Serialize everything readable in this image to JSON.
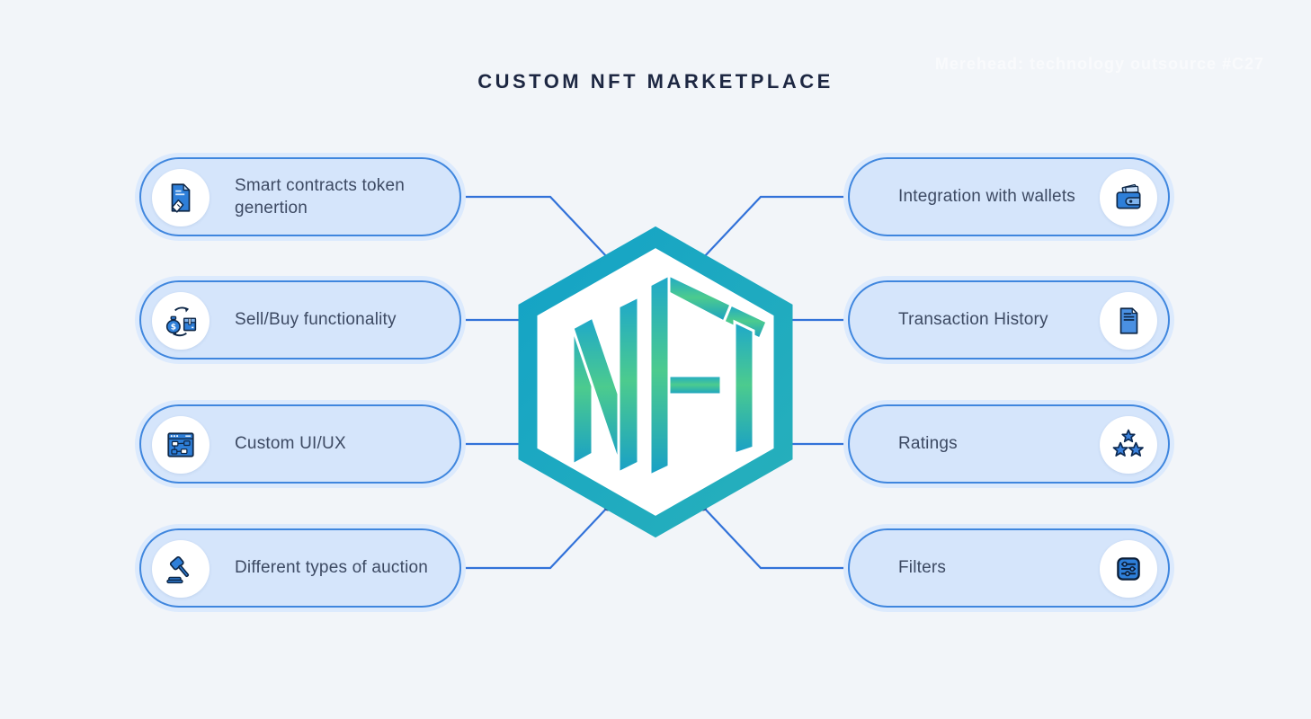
{
  "title": "CUSTOM NFT MARKETPLACE",
  "watermark": "Merehead: technology outsource #C27",
  "center": {
    "logo_text": "NFT"
  },
  "features": {
    "left": [
      {
        "label": "Smart contracts token genertion",
        "icon": "smart-contract-handshake-icon"
      },
      {
        "label": "Sell/Buy functionality",
        "icon": "sell-buy-exchange-icon"
      },
      {
        "label": "Custom UI/UX",
        "icon": "ui-wireframe-icon"
      },
      {
        "label": "Different types of auction",
        "icon": "auction-gavel-icon"
      }
    ],
    "right": [
      {
        "label": "Integration with wallets",
        "icon": "wallet-icon"
      },
      {
        "label": "Transaction History",
        "icon": "transaction-document-icon"
      },
      {
        "label": "Ratings",
        "icon": "rating-stars-icon"
      },
      {
        "label": "Filters",
        "icon": "filter-sliders-icon"
      }
    ]
  },
  "colors": {
    "background": "#f2f5f9",
    "pill_fill": "#d5e5fb",
    "pill_border": "#3f86de",
    "pill_halo": "#dceafd",
    "label_text": "#3d4a63",
    "title_text": "#1d2742",
    "connector_line": "#3272d9",
    "connector_dot": "#2b3a85",
    "hexagon_teal": "#18a5c6",
    "logo_green": "#4ccb8e",
    "icon_blue": "#2e7fd9",
    "icon_dark": "#0e2747"
  }
}
